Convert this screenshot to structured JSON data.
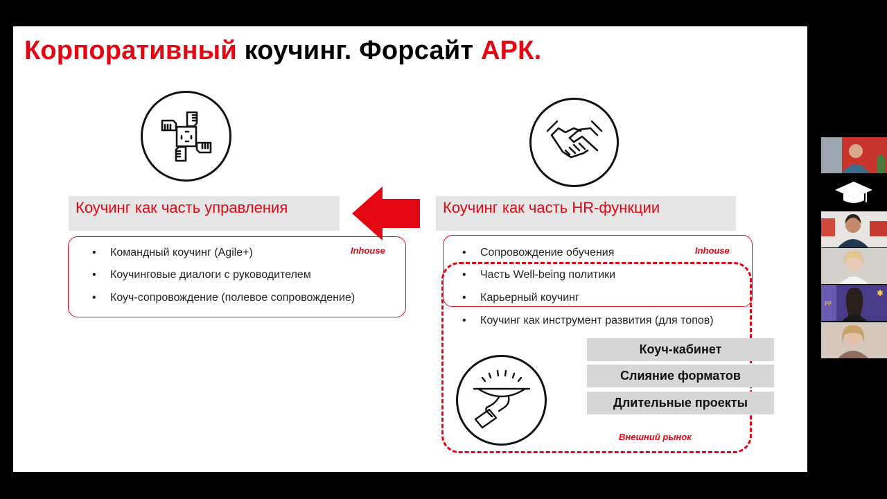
{
  "title": {
    "part1": "Корпоративный",
    "part2": " коучинг. Форсайт ",
    "part3": "АРК."
  },
  "left": {
    "header": "Коучинг как часть управления",
    "tag": "Inhouse",
    "items": [
      "Командный коучинг (Agile+)",
      "Коучинговые диалоги с руководителем",
      "Коуч-сопровождение (полевое сопровождение)"
    ],
    "icon": "hands-teamwork-icon"
  },
  "right": {
    "header": "Коучинг как часть HR-функции",
    "tag": "Inhouse",
    "items": [
      "Сопровождение обучения",
      "Часть Well-being политики",
      "Карьерный коучинг",
      "Коучинг как инструмент развития (для топов)"
    ],
    "icon": "handshake-icon",
    "external_tag": "Внешний рынок",
    "external_icon": "serving-tray-icon",
    "formats": [
      "Коуч-кабинет",
      "Слияние форматов",
      "Длительные проекты"
    ]
  },
  "arrow": {
    "icon": "arrow-left-icon",
    "color": "#e30613"
  },
  "colors": {
    "accent": "#e30613",
    "box_gray": "#e6e6e6",
    "format_gray": "#d6d6d6"
  },
  "participants": [
    {
      "name": "participant-1"
    },
    {
      "name": "participant-2-avatar"
    },
    {
      "name": "participant-3"
    },
    {
      "name": "participant-4"
    },
    {
      "name": "participant-5"
    },
    {
      "name": "participant-6"
    }
  ]
}
